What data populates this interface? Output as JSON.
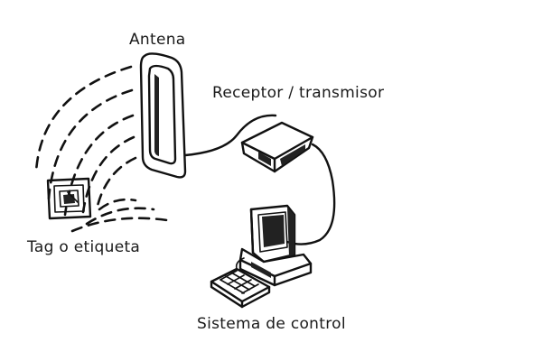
{
  "labels": {
    "antenna": "Antena",
    "reader": "Receptor / transmisor",
    "tag": "Tag o etiqueta",
    "control_system": "Sistema de control"
  },
  "colors": {
    "ink": "#111111",
    "shade": "#222222",
    "background": "#ffffff"
  },
  "icons": {
    "antenna": "antenna-icon",
    "reader": "reader-box-icon",
    "tag": "rfid-tag-icon",
    "computer": "computer-icon",
    "keyboard": "keyboard-icon"
  }
}
